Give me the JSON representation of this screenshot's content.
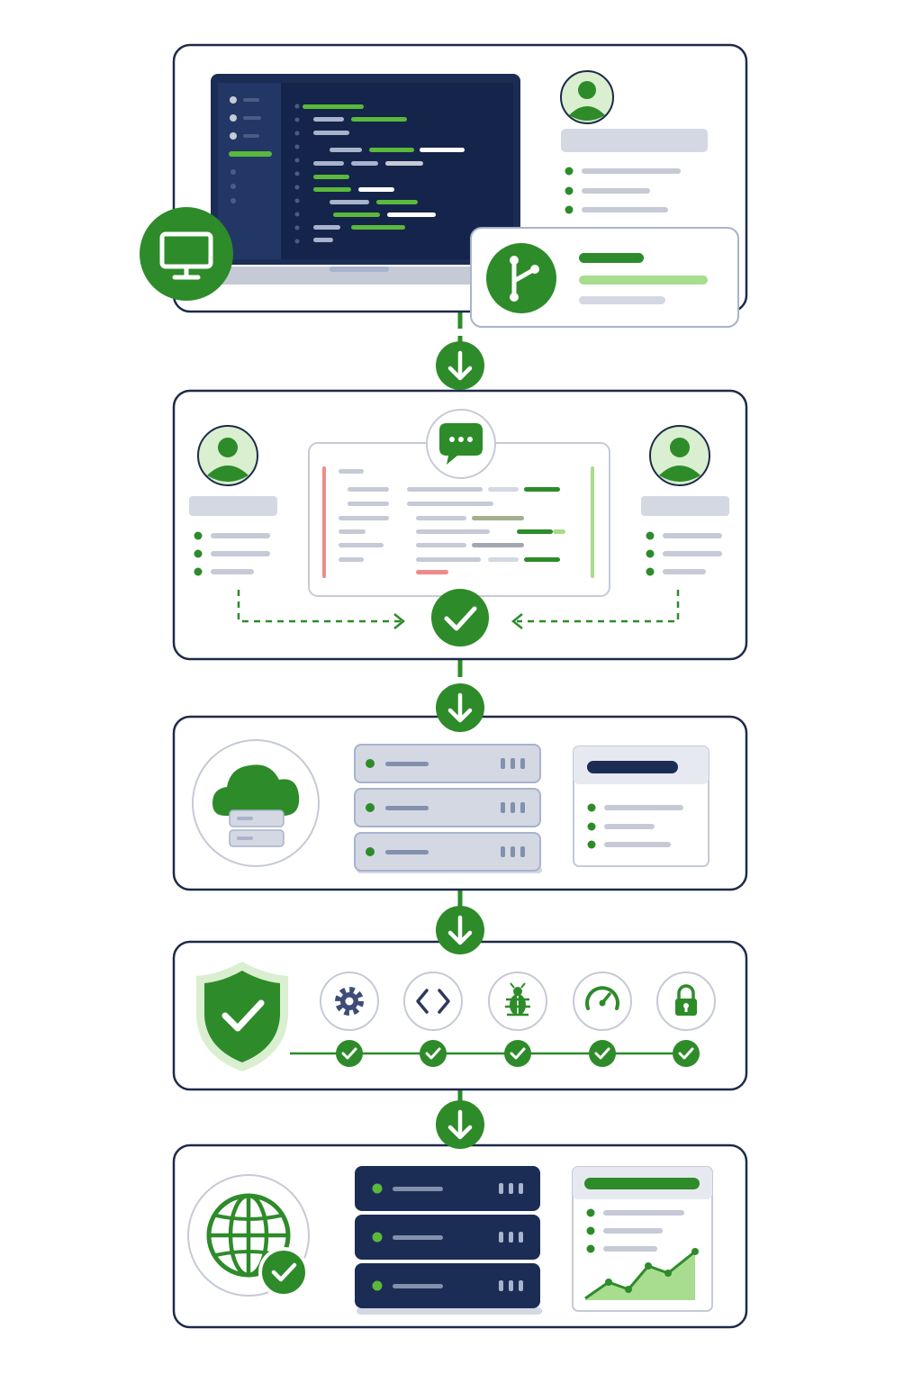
{
  "theme": {
    "green": "#2e8b2a",
    "green_dark": "#1f7a1f",
    "green_light": "#a8dc8e",
    "green_pale": "#d9efcf",
    "navy": "#1b2d55",
    "navy_deep": "#14244a",
    "gray_bar": "#c5cad6",
    "gray_block": "#d3d8e3",
    "red_soft": "#f08a8a",
    "border": "#1e2a4a"
  },
  "stages": [
    {
      "id": "develop",
      "icons": [
        "monitor-icon",
        "git-branch-icon",
        "user-avatar-icon"
      ]
    },
    {
      "id": "review",
      "icons": [
        "user-avatar-icon",
        "chat-bubble-icon",
        "check-circle-icon",
        "user-avatar-icon"
      ]
    },
    {
      "id": "build",
      "icons": [
        "cloud-server-icon",
        "server-stack-icon",
        "report-panel-icon"
      ]
    },
    {
      "id": "test",
      "icons": [
        "shield-check-icon",
        "gear-icon",
        "code-brackets-icon",
        "bug-icon",
        "speedometer-icon",
        "lock-icon"
      ]
    },
    {
      "id": "deploy",
      "icons": [
        "globe-check-icon",
        "server-stack-icon",
        "line-chart-icon"
      ]
    }
  ],
  "connectors": [
    "arrow-down-icon",
    "arrow-down-icon",
    "arrow-down-icon",
    "arrow-down-icon"
  ]
}
